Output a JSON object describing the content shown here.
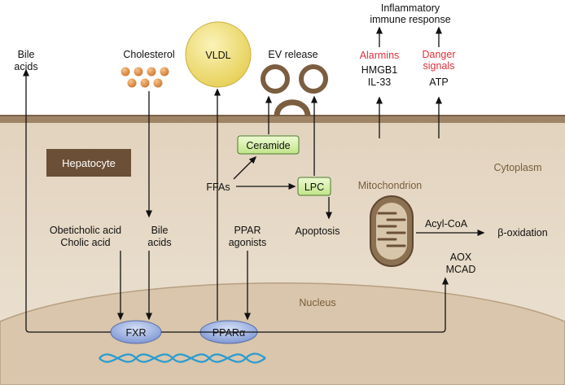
{
  "outside": {
    "bile_acids_top": [
      "Bile",
      "acids"
    ],
    "cholesterol": "Cholesterol",
    "vldl": "VLDL",
    "ev_release": "EV release",
    "inflammatory": [
      "Inflammatory",
      "immune response"
    ],
    "alarmins": "Alarmins",
    "alarmins_items": [
      "HMGB1",
      "IL-33"
    ],
    "danger_signals": [
      "Danger",
      "signals"
    ],
    "danger_items": [
      "ATP"
    ]
  },
  "cell": {
    "hepatocyte": "Hepatocyte",
    "cytoplasm": "Cytoplasm",
    "ceramide": "Ceramide",
    "lpc": "LPC",
    "ffas": "FFAs",
    "apoptosis": "Apoptosis",
    "mitochondrion": "Mitochondrion",
    "acyl_coa": "Acyl-CoA",
    "beta_oxidation": "β-oxidation",
    "aox_mcad": [
      "AOX",
      "MCAD"
    ],
    "obeticholic": [
      "Obeticholic acid",
      "Cholic acid"
    ],
    "bile_acids_mid": [
      "Bile",
      "acids"
    ],
    "ppar_agonists": [
      "PPAR",
      "agonists"
    ]
  },
  "nucleus": {
    "label": "Nucleus",
    "fxr": "FXR",
    "ppar_alpha": "PPARα"
  },
  "colors": {
    "cytoplasm_fill": "#e8dccb",
    "membrane": "#8c6d4f",
    "nucleus_fill": "#dccab3",
    "hepatocyte_box": "#6b4f36",
    "green_box": "#d6f0a8",
    "green_border": "#4a7a2a",
    "vldl": "#f0e07a",
    "droplet": "#e09a55",
    "receptor": "#9fb4e3",
    "dna": "#2a9bd0",
    "red_text": "#e0303a"
  }
}
